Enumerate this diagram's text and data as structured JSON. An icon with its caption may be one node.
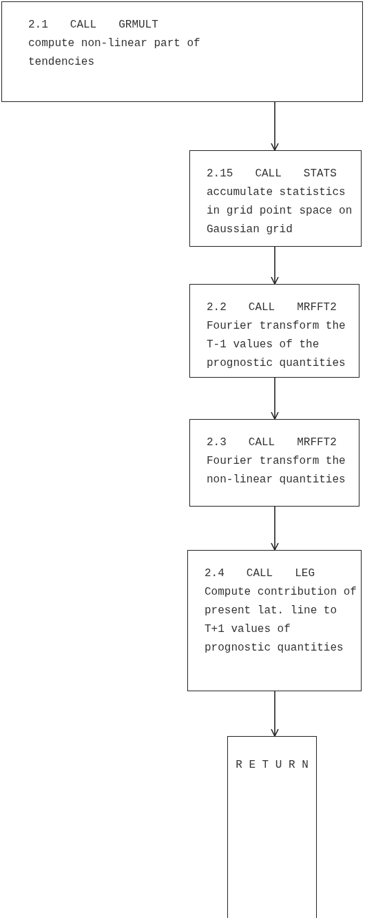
{
  "diagram": {
    "nodes": [
      {
        "text": [
          "2.1 CALL GRMULT",
          "compute non-linear part of tendencies"
        ]
      },
      {
        "text": [
          "2.15 CALL STATS",
          "accumulate statistics in grid point space on Gaussian grid"
        ]
      },
      {
        "text": [
          "2.2 CALL MRFFT2",
          "Fourier transform the T-1 values of the prognostic quantities"
        ]
      },
      {
        "text": [
          "2.3 CALL MRFFT2",
          "Fourier transform the non-linear quantities"
        ]
      },
      {
        "text": [
          "2.4 CALL LEG",
          "Compute contribution of present lat. line to T+1 values of prognostic quantities"
        ]
      },
      {
        "text": [
          "RETURN"
        ]
      }
    ],
    "edges": [
      {
        "from": 0,
        "to": 1,
        "arrow": "to"
      },
      {
        "from": 1,
        "to": 2,
        "arrow": "to"
      },
      {
        "from": 2,
        "to": 3,
        "arrow": "to"
      },
      {
        "from": 3,
        "to": 4,
        "arrow": "to"
      },
      {
        "from": 4,
        "to": 5,
        "arrow": "to"
      }
    ]
  }
}
